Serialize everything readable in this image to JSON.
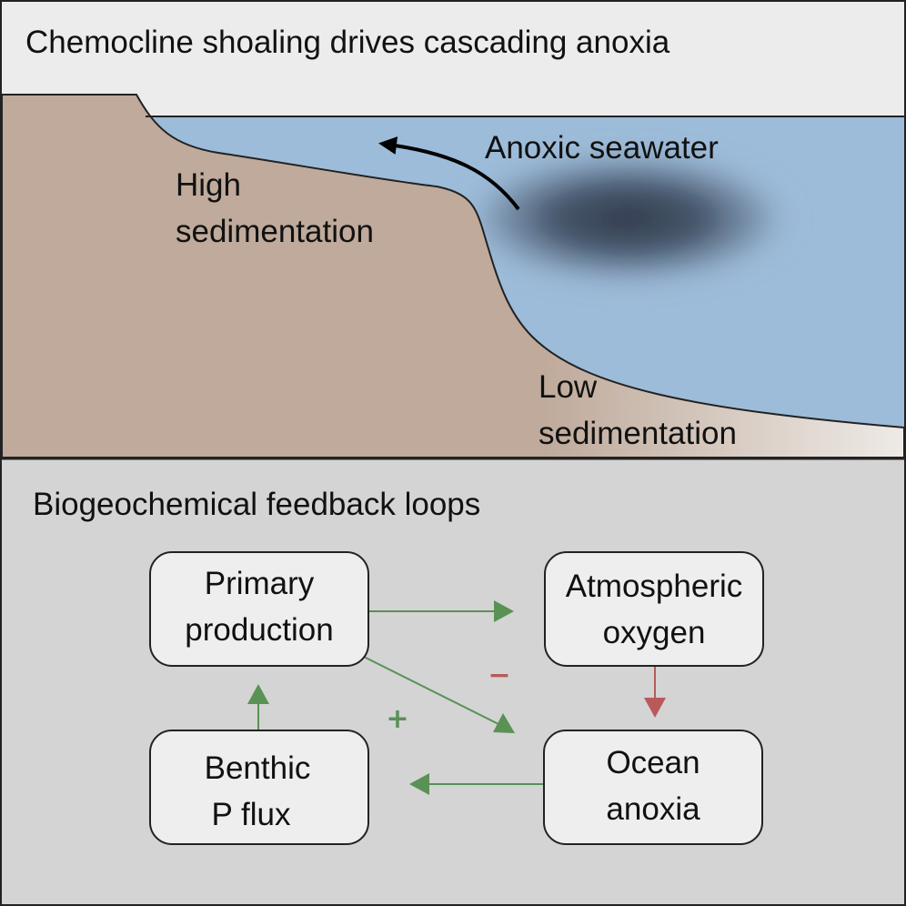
{
  "top_panel": {
    "title": "Chemocline shoaling drives cascading anoxia",
    "labels": {
      "high_sed_line1": "High",
      "high_sed_line2": "sedimentation",
      "anoxic": "Anoxic seawater",
      "low_sed_line1": "Low",
      "low_sed_line2": "sedimentation"
    },
    "colors": {
      "sky": "#ececec",
      "water": "#9dbcd9",
      "sediment": "#bfaa9b",
      "anoxic_core": "#2b3445"
    }
  },
  "bottom_panel": {
    "title": "Biogeochemical feedback loops",
    "background": "#d4d4d4",
    "boxes": {
      "primary": {
        "line1": "Primary",
        "line2": "production"
      },
      "atmos": {
        "line1": "Atmospheric",
        "line2": "oxygen"
      },
      "benthic": {
        "line1": "Benthic",
        "line2": "P flux"
      },
      "ocean": {
        "line1": "Ocean",
        "line2": "anoxia"
      }
    },
    "signs": {
      "negative": "−",
      "positive": "+"
    },
    "colors": {
      "positive": "#5a9155",
      "negative": "#b85a5a",
      "box_fill": "#eeeeee"
    }
  }
}
